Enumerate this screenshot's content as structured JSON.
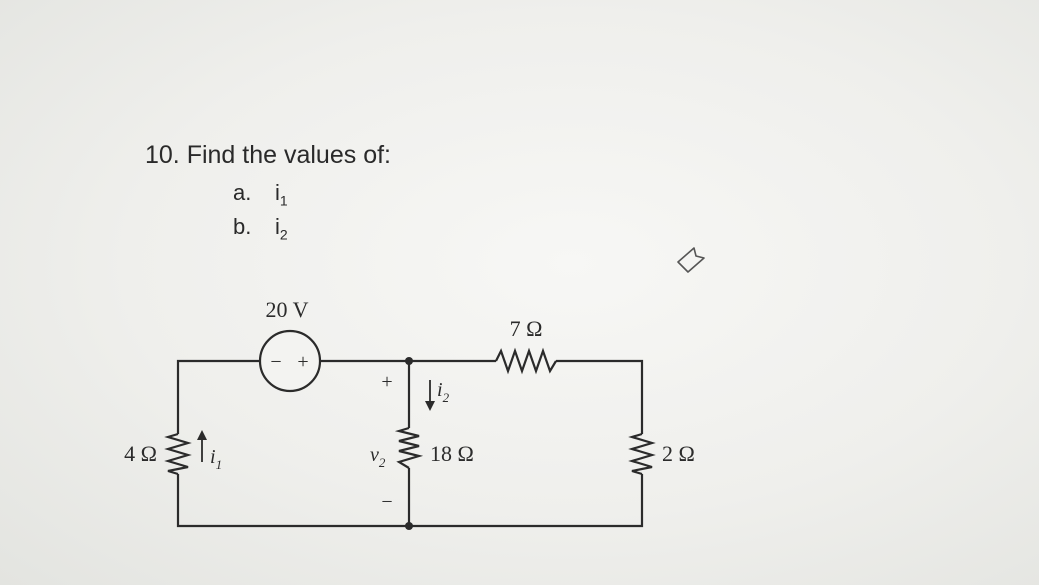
{
  "problem": {
    "title": "10. Find the values of:",
    "parts": [
      {
        "letter": "a.",
        "var": "i",
        "sub": "1"
      },
      {
        "letter": "b.",
        "var": "i",
        "sub": "2"
      }
    ]
  },
  "circuit": {
    "source_label": "20 V",
    "source_minus": "−",
    "source_plus": "+",
    "r_left_label": "4 Ω",
    "r_top_label": "7 Ω",
    "r_mid_label": "18 Ω",
    "r_right_label": "2 Ω",
    "current1_var": "i",
    "current1_sub": "1",
    "current2_var": "i",
    "current2_sub": "2",
    "voltage_var": "v",
    "voltage_sub": "2",
    "v2_plus": "+",
    "v2_minus": "−"
  }
}
